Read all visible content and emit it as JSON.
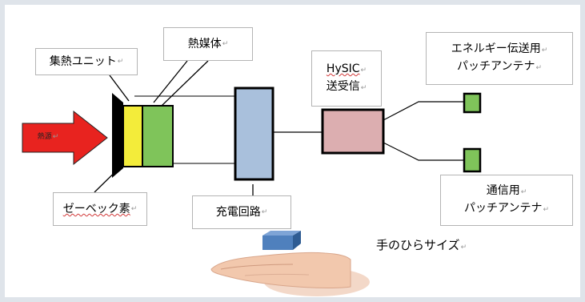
{
  "labels": {
    "heat_collection_unit": "集熱ユニット",
    "heat_medium": "熱媒体",
    "seebeck_element": "ゼーベック素",
    "charging_circuit": "充電回路",
    "hysic_line1": "HySIC",
    "hysic_line2": "送受信",
    "energy_antenna_line1": "エネルギー伝送用",
    "energy_antenna_line2": "パッチアンテナ",
    "comm_antenna_line1": "通信用",
    "comm_antenna_line2": "パッチアンテナ",
    "heat_source": "熱源",
    "palm_size": "手のひらサイズ"
  },
  "edit_mark": "↵",
  "colors": {
    "heat_arrow": "#e8231f",
    "seebeck_element": "#f3ec3a",
    "heat_medium": "#7fc45a",
    "charging_circuit": "#a9c0dc",
    "transceiver": "#dcaeb0",
    "antenna": "#7fc45a",
    "device_box": "#4f80bd",
    "frame": "#000000"
  }
}
